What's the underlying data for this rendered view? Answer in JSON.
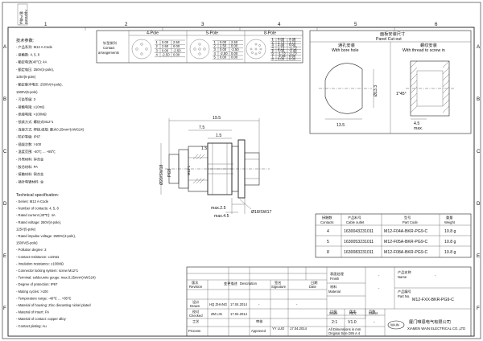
{
  "border": {
    "cols": [
      "1",
      "2",
      "3",
      "4",
      "5",
      "6"
    ],
    "rows": [
      "A",
      "B",
      "C",
      "D",
      "E",
      "F"
    ],
    "corner_note": [
      "客户确认",
      "Approved"
    ]
  },
  "pin_table": {
    "headers": [
      "4-Pole",
      "5-Pole",
      "8-Pole"
    ],
    "label": [
      "针型排列",
      "Contact",
      "arrangements"
    ],
    "pole4": [
      [
        "1",
        "0.00",
        "2.50"
      ],
      [
        "2",
        "2.50",
        "0.00"
      ],
      [
        "3",
        "0.00",
        "-2.50"
      ],
      [
        "4",
        "-2.50",
        "0.00"
      ]
    ],
    "pole5": [
      [
        "1",
        "0.00",
        "2.50"
      ],
      [
        "2",
        "2.50",
        "0.00"
      ],
      [
        "3",
        "0.00",
        "-2.50"
      ],
      [
        "4",
        "-2.50",
        "0.00"
      ],
      [
        "5",
        "0.00",
        "0.00"
      ]
    ],
    "pole8": [
      [
        "1",
        "0.00",
        "2.45"
      ],
      [
        "2",
        "1.73",
        "1.73"
      ],
      [
        "3",
        "2.45",
        "0.00"
      ],
      [
        "4",
        "1.73",
        "-1.73"
      ],
      [
        "5",
        "0.00",
        "-2.45"
      ],
      [
        "6",
        "-1.73",
        "-1.73"
      ],
      [
        "7",
        "-2.45",
        "0.00"
      ],
      [
        "8",
        "0.00",
        "0.00"
      ]
    ]
  },
  "cn_spec": {
    "title": "技术参数:",
    "lines": [
      "- 产品系列: M12 A-Code",
      "- 接触数: 4, 5, 8",
      "- 额定电流(40℃): 4A",
      "- 额定电压: 250V(4-pole),",
      "           125V(5-pole)",
      "- 额定脉冲电压: 2500V(4-pole),",
      "               1500V(5-pole)",
      "- 污染等级: 3",
      "- 接触电阻: ≤10mΩ",
      "- 绝缘电阻: >100MΩ",
      "- 锁紧方式: 螺纹式M12*1",
      "- 连接方式: 焊接,线规: 最大0.25mm²(AWG24)",
      "- 防护等级: IP67",
      "- 插拔次数: >100",
      "- 温度范围: -40℃ ... +85℃",
      "- 外壳材料: 锌合金",
      "- 胶芯材料: PA",
      "- 接触材料: 铜合金",
      "- 插针电镀材料: 金"
    ]
  },
  "en_spec": {
    "title": "Technical specification:",
    "lines": [
      "- Series: M12 A-Code",
      "- Number of contacts: 4, 5, 8",
      "- Rated current (40℃): 4A",
      "- Rated voltage: 250V(4-pole),",
      "                  125V(5-pole)",
      "- Rated impulse voltage: 2500V(4-pole),",
      "                         1500V(5-pole)",
      "- Pollution degree: 3",
      "- Contact resistance: ≤10mΩ",
      "- Insulation resistance: ≥100MΩ",
      "- Connector locking system: screw M12*1",
      "- Terminal: solder,wire gouge: max.0.25mm²(AWG24)",
      "- Degree of protection: IP67",
      "- Mating cycles: >100",
      "- Temperature range: -40℃ ... +85℃",
      "- Material of housing: Zinc diecasting nickel plated",
      "- Material of insert: PA",
      "- Material of contact: copper alloy",
      "- Contact plating: Au"
    ]
  },
  "dims": {
    "d1": "19.5",
    "d2": "7.5",
    "d3": "1.5",
    "d4": "1.5",
    "pg": "PG9",
    "m12": "M12*1",
    "dia": "Ø20/SW18",
    "d5": "max.2.5",
    "d6": "max.4.5",
    "d7": "Ø18/SW17"
  },
  "panel": {
    "title_cn": "面板安装尺寸",
    "title_en": "Panel Cut-out",
    "left_cn": "通孔安装",
    "left_en": "With bore hole",
    "right_cn": "螺纹安装",
    "right_en": "With thread to screw in",
    "d_hole": "Ø13.3",
    "w_hole": "13.5",
    "chamfer": "1*45°",
    "depth": "4.5",
    "depth2": "max."
  },
  "parts": {
    "headers_cn": [
      "接触数",
      "产品料号",
      "型号",
      "重量"
    ],
    "headers_en": [
      "Contacts",
      "Cable outlet",
      "Part Code",
      "Weight"
    ],
    "rows": [
      [
        "4",
        "1630043231011",
        "M12-F04A-BKR-PG9-C",
        "10.8 g"
      ],
      [
        "5",
        "1630053231011",
        "M12-F05A-BKR-PG9-C",
        "10.8 g"
      ],
      [
        "8",
        "1630083231011",
        "M12-F08A-BKR-PG9-C",
        "10.8 g"
      ]
    ]
  },
  "title_block": {
    "rev_cn": "版次",
    "rev_en": "Revision",
    "desc_cn": "变更描述",
    "desc_en": "Description",
    "sig_cn": "签名",
    "sig_en": "Signature",
    "date_cn": "日期",
    "date_en": "Date",
    "drawn_cn": "设计",
    "drawn_en": "Drawn",
    "drawn_name": "HQ ZHANG",
    "drawn_date": "17.04.2014",
    "checked_cn": "校对",
    "checked_en": "Checked",
    "checked_name": "ZM LIN",
    "checked_date": "17.04.2014",
    "process_cn": "工艺",
    "process_en": "Process",
    "approved_cn": "审核",
    "approved_en": "Approved",
    "approved_name": "YY LUO",
    "approved_date": "17.04.2014",
    "finish_cn": "表面处理",
    "finish_en": "Finish",
    "finish_val": "-",
    "material_cn": "材料",
    "material_en": "Material",
    "material_val": "-",
    "name_cn": "产品名称",
    "name_en": "Name",
    "name_val": "-",
    "partno_cn": "产品编号",
    "partno_en": "Part No.",
    "partno_val": "M12-FXX-BKR-PG9-C",
    "scale_cn": "比例",
    "scale_en": "Scale",
    "scale_val": "2:1",
    "ver_cn": "版本",
    "ver_en": "REV.",
    "ver_val": "V1.0",
    "sheet_cn": "页数",
    "sheet_en": "Sheet",
    "sheet_val": "-",
    "dash": "-",
    "dims_note": [
      "All Dimensions in mm",
      "Original Size DIN A 4"
    ],
    "company_cn": "厦门唯恩电气有限公司",
    "company_en": "XIAMEN WAIN ELECTRICAL CO.,LTD",
    "logo": "WAIN"
  }
}
